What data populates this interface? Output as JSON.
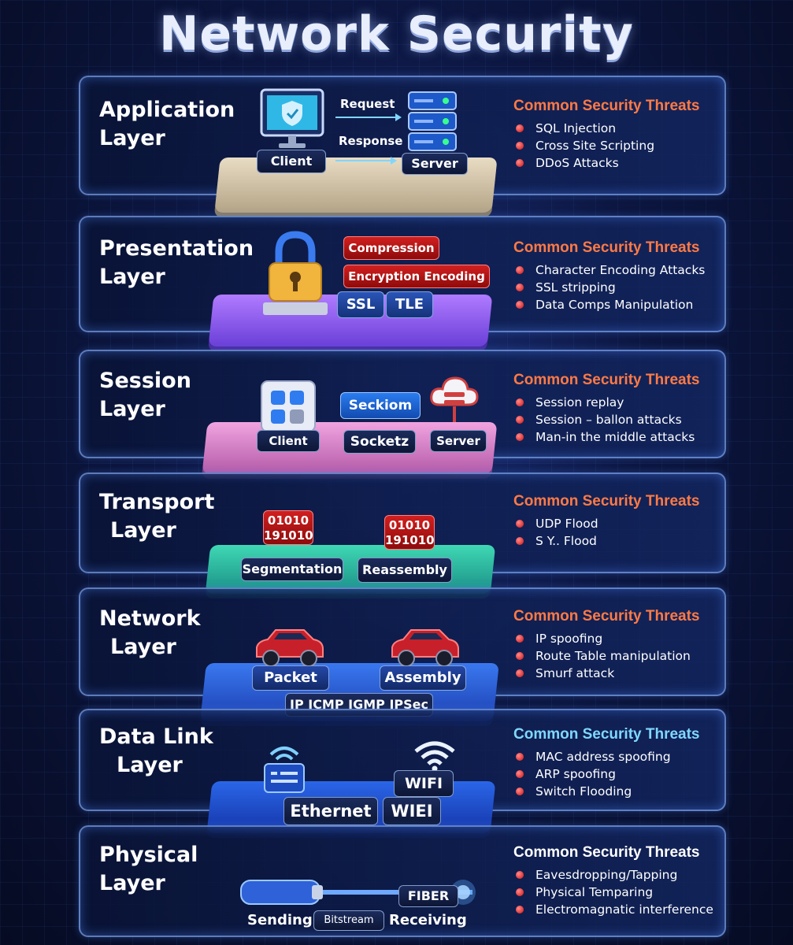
{
  "title": "Network Security",
  "threats_heading": "Common Security Threats",
  "layers": [
    {
      "name_line1": "Application",
      "name_line2": "Layer",
      "labels": {
        "client": "Client",
        "server": "Server",
        "request": "Request",
        "response": "Response"
      },
      "threats": [
        "SQL Injection",
        "Cross Site Scripting",
        "DDoS Attacks"
      ]
    },
    {
      "name_line1": "Presentation",
      "name_line2": "Layer",
      "labels": {
        "compression": "Compression",
        "encryption": "Encryption Encoding",
        "ssl": "SSL",
        "tle": "TLE"
      },
      "threats": [
        "Character Encoding Attacks",
        "SSL stripping",
        "Data Comps Manipulation"
      ]
    },
    {
      "name_line1": "Session",
      "name_line2": "Layer",
      "labels": {
        "client": "Client",
        "session": "Seckiom",
        "socket": "Socketz",
        "server": "Server"
      },
      "threats": [
        "Session replay",
        "Session – ballon attacks",
        "Man-in the middle attacks"
      ]
    },
    {
      "name_line1": "Transport",
      "name_line2": "Layer",
      "labels": {
        "bits1a": "01010",
        "bits1b": "191010",
        "bits2a": "01010",
        "bits2b": "191010",
        "segmentation": "Segmentation",
        "reassembly": "Reassembly"
      },
      "threats": [
        "UDP Flood",
        "S Y.. Flood"
      ]
    },
    {
      "name_line1": "Network",
      "name_line2": "Layer",
      "labels": {
        "packet": "Packet",
        "assembly": "Assembly",
        "protocols": "IP ICMP IGMP IPSec"
      },
      "threats": [
        "IP spoofing",
        "Route Table manipulation",
        "Smurf attack"
      ]
    },
    {
      "name_line1": "Data Link",
      "name_line2": "Layer",
      "labels": {
        "wifi": "WIFI",
        "ethernet": "Ethernet",
        "wiei": "WIEI"
      },
      "threats": [
        "MAC address spoofing",
        "ARP spoofing",
        "Switch Flooding"
      ]
    },
    {
      "name_line1": "Physical",
      "name_line2": "Layer",
      "labels": {
        "fiber": "FIBER",
        "sending": "Sending",
        "bitstream": "Bitstream",
        "receiving": "Receiving"
      },
      "threats": [
        "Eavesdropping/Tapping",
        "Physical Temparing",
        "Electromagnatic interference"
      ]
    }
  ],
  "colors": {
    "threat_heading_warm": "#ff7a45",
    "threat_heading_cool": "#7fd8ff",
    "threat_heading_white": "#ffffff",
    "bullet": "#e01818"
  }
}
